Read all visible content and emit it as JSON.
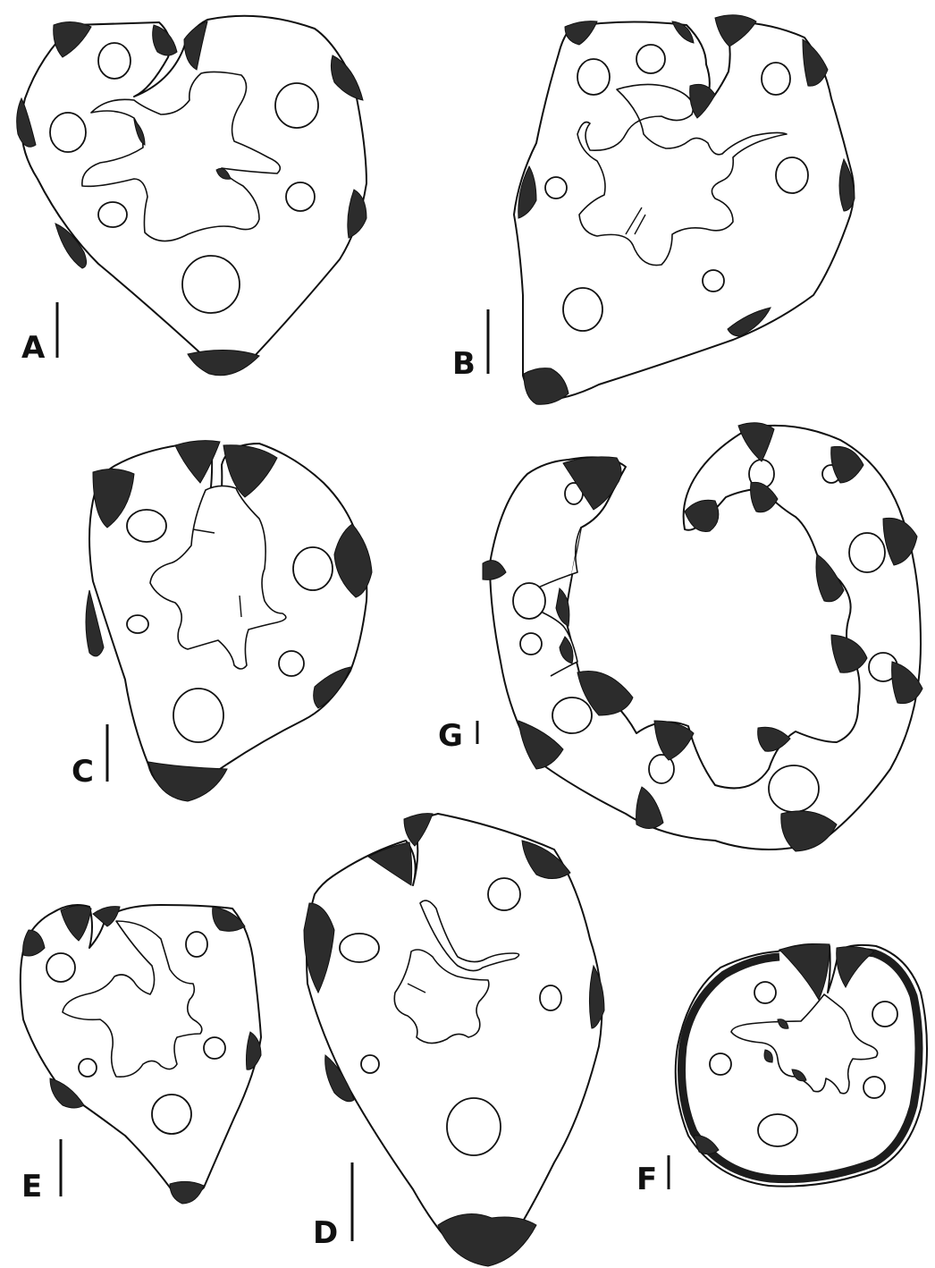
{
  "figure": {
    "panels": [
      {
        "id": "A",
        "label": "A"
      },
      {
        "id": "B",
        "label": "B"
      },
      {
        "id": "C",
        "label": "C"
      },
      {
        "id": "D",
        "label": "D"
      },
      {
        "id": "E",
        "label": "E"
      },
      {
        "id": "F",
        "label": "F"
      },
      {
        "id": "G",
        "label": "G"
      }
    ],
    "colors": {
      "background": "#ffffff",
      "ink": "#111111",
      "shading": "#2c2c2c"
    }
  }
}
